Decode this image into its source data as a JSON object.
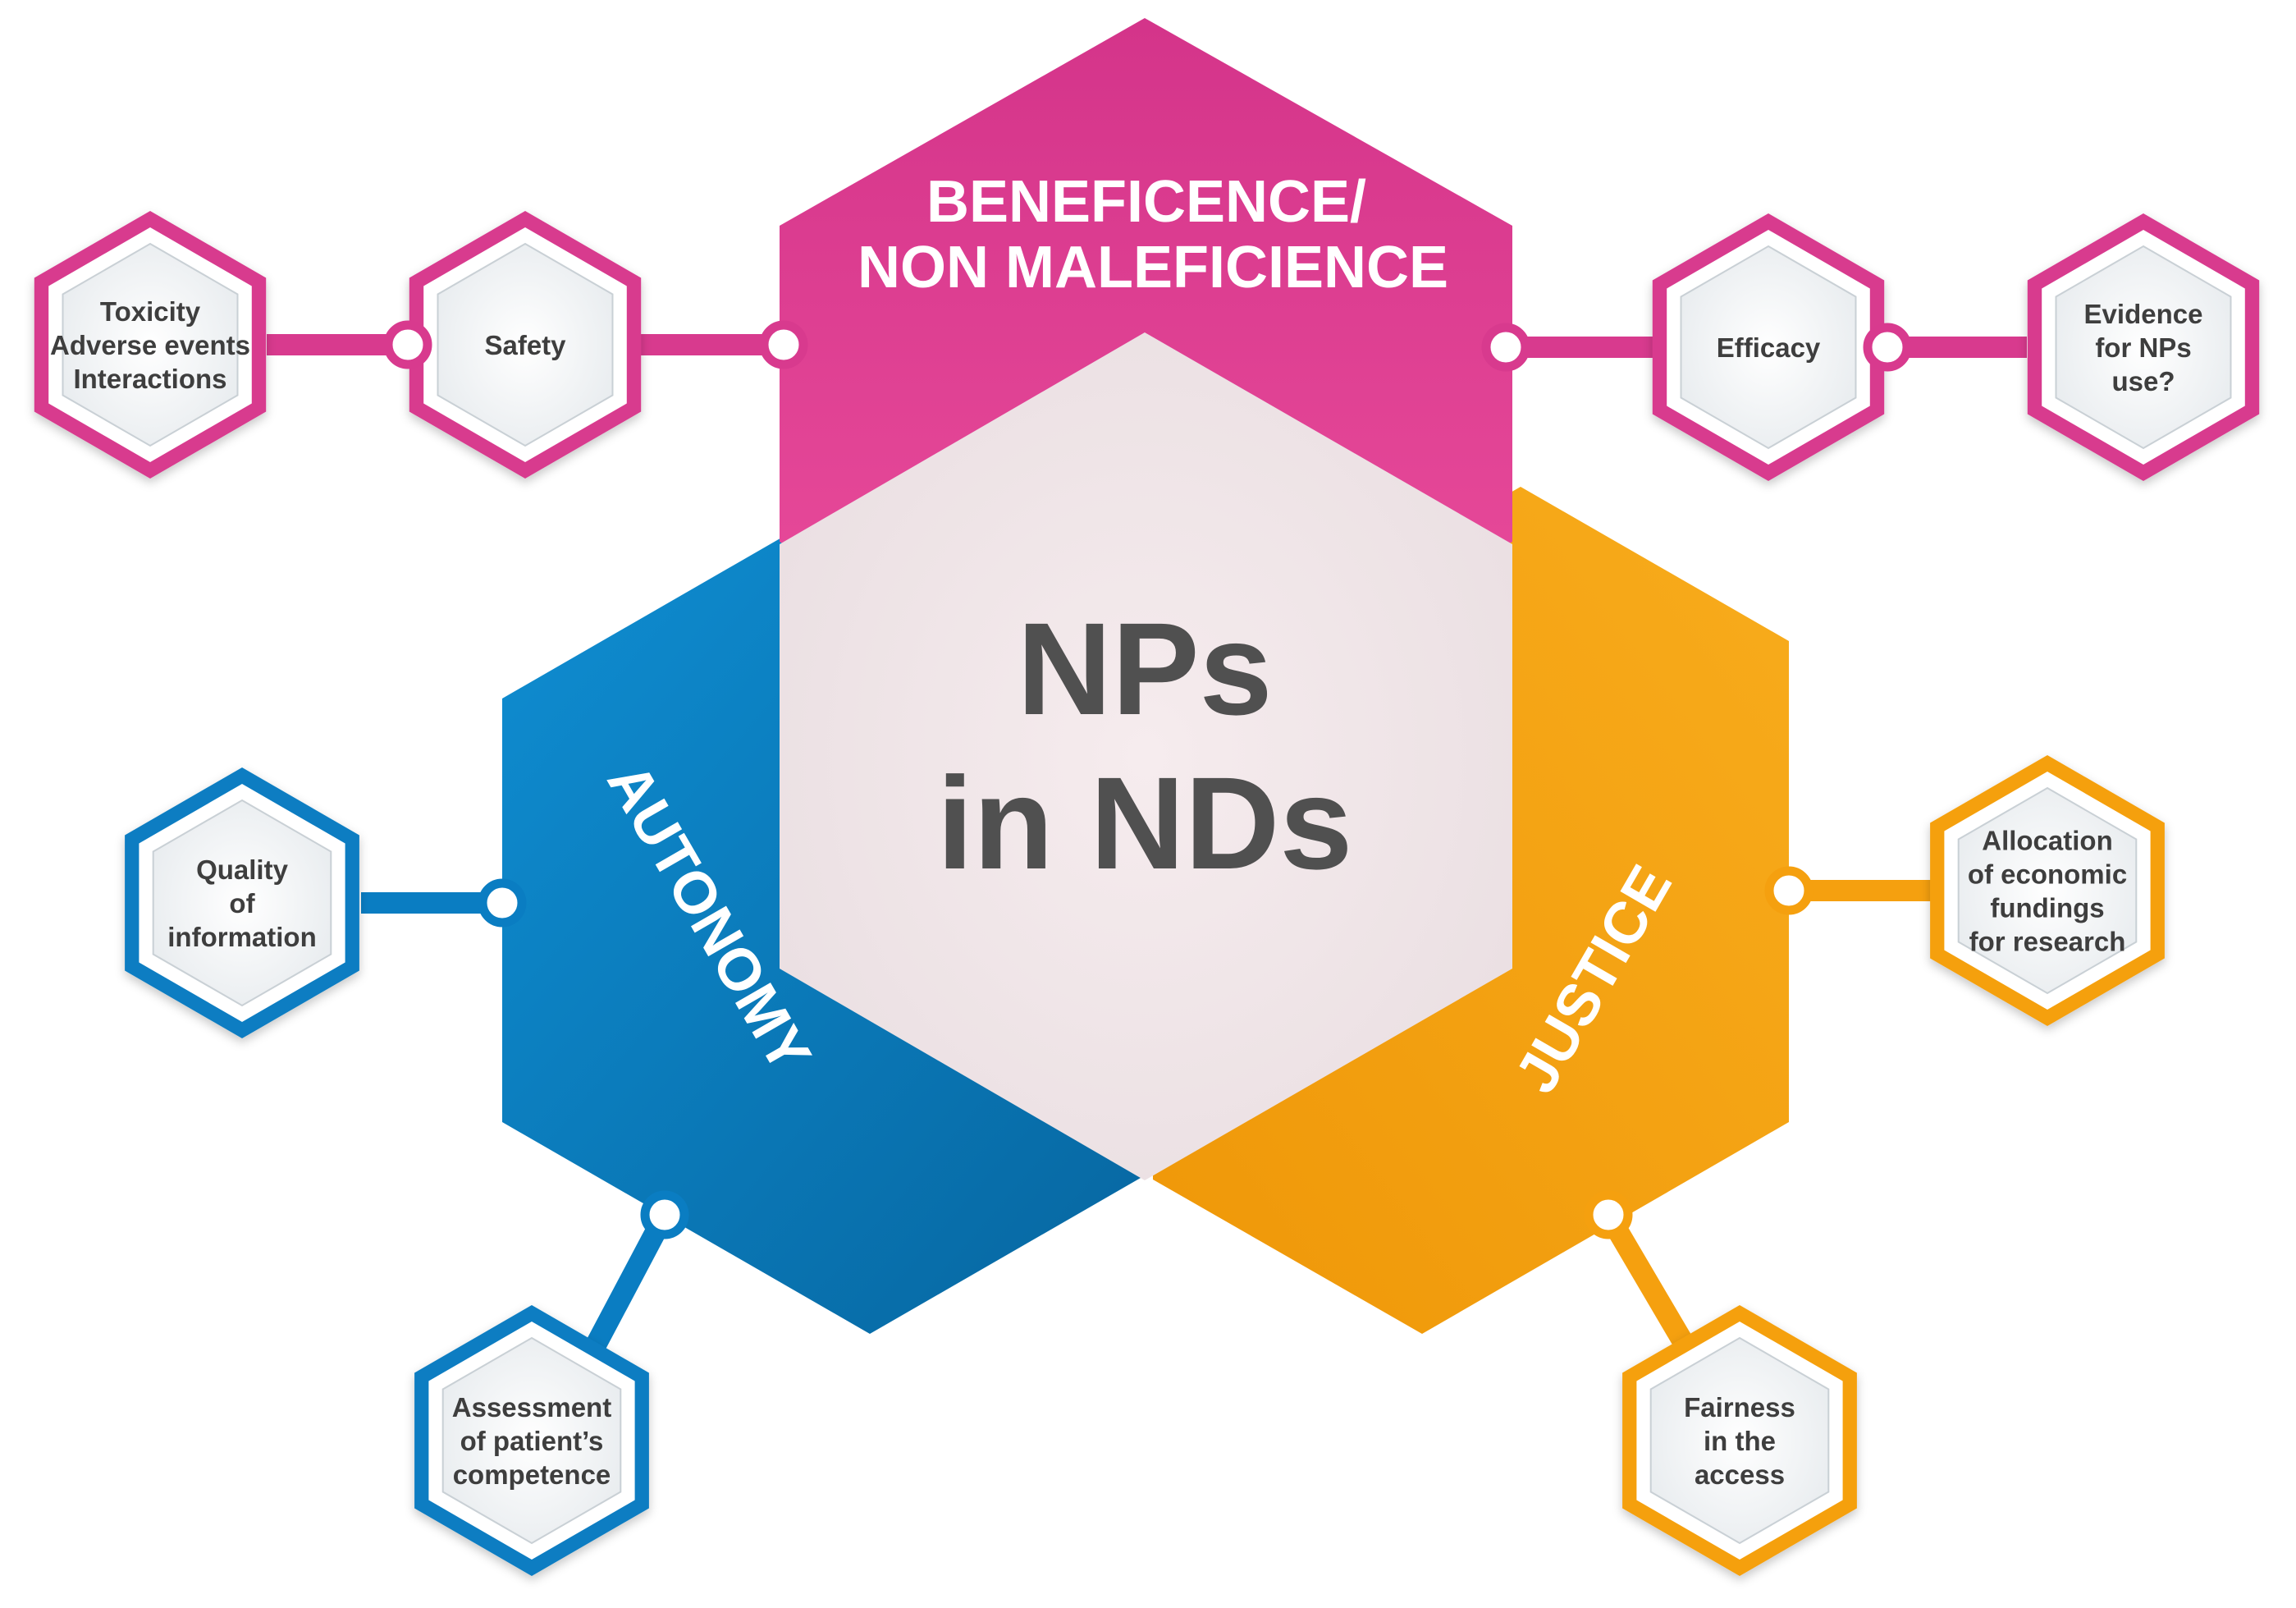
{
  "center": {
    "lines": [
      "NPs",
      "in NDs"
    ]
  },
  "principles": {
    "beneficence": {
      "lines": [
        "BENEFICENCE/",
        "NON MALEFICIENCE"
      ],
      "color": "#d83a8e"
    },
    "autonomy": {
      "label": "AUTONOMY",
      "color": "#0a7dc2"
    },
    "justice": {
      "label": "JUSTICE",
      "color": "#f5a00f"
    }
  },
  "nodes": {
    "toxicity": {
      "lines": [
        "Toxicity",
        "Adverse events",
        "Interactions"
      ],
      "color": "#d83a8e",
      "icon": "hexagon-icon"
    },
    "safety": {
      "lines": [
        "Safety"
      ],
      "color": "#d83a8e",
      "icon": "hexagon-icon"
    },
    "efficacy": {
      "lines": [
        "Efficacy"
      ],
      "color": "#d83a8e",
      "icon": "hexagon-icon"
    },
    "evidence": {
      "lines": [
        "Evidence",
        "for NPs",
        "use?"
      ],
      "color": "#d83a8e",
      "icon": "hexagon-icon"
    },
    "quality": {
      "lines": [
        "Quality",
        "of",
        "information"
      ],
      "color": "#0a7dc2",
      "icon": "hexagon-icon"
    },
    "assessment": {
      "lines": [
        "Assessment",
        "of patient’s",
        "competence"
      ],
      "color": "#0a7dc2",
      "icon": "hexagon-icon"
    },
    "allocation": {
      "lines": [
        "Allocation",
        "of economic",
        "fundings",
        "for research"
      ],
      "color": "#f5a00f",
      "icon": "hexagon-icon"
    },
    "fairness": {
      "lines": [
        "Fairness",
        "in the",
        "access"
      ],
      "color": "#f5a00f",
      "icon": "hexagon-icon"
    }
  }
}
